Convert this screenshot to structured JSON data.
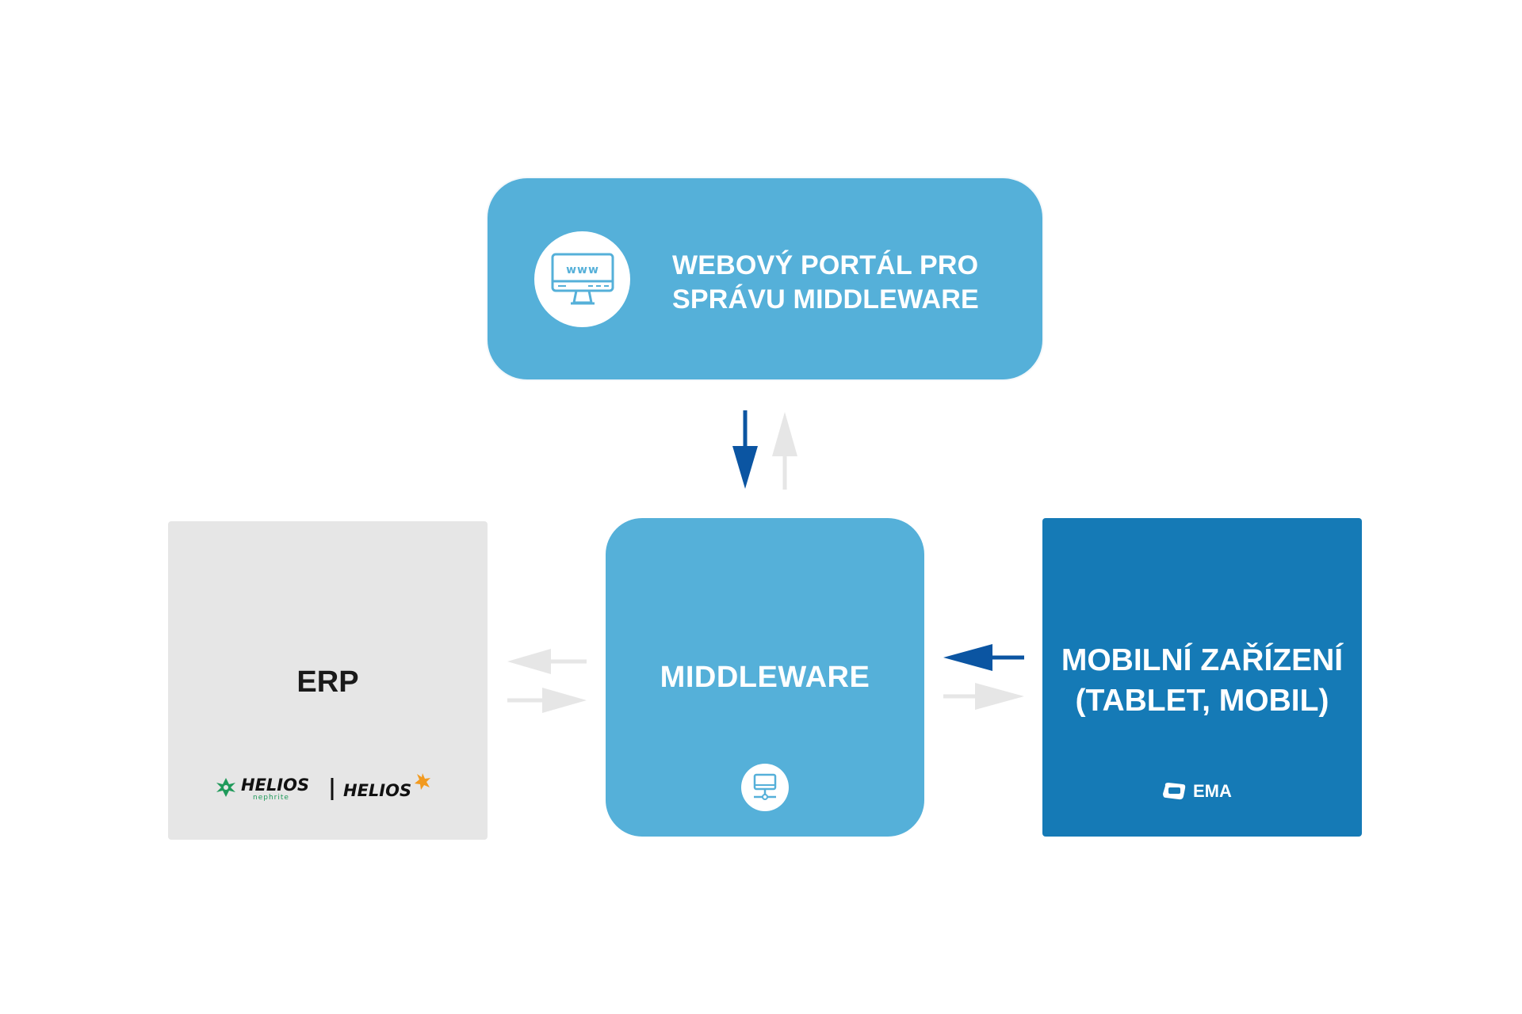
{
  "nodes": {
    "portal": {
      "title_line1": "WEBOVÝ PORTÁL PRO",
      "title_line2": "SPRÁVU MIDDLEWARE",
      "icon_text": "www",
      "icon": "monitor-www-icon"
    },
    "middleware": {
      "title": "MIDDLEWARE",
      "icon": "monitor-network-icon"
    },
    "erp": {
      "title": "ERP",
      "logo1": "HELIOS",
      "logo1_sub": "nephrite",
      "logo2": "HELIOS"
    },
    "mobile": {
      "title_line1": "MOBILNÍ ZAŘÍZENÍ",
      "title_line2": "(TABLET, MOBIL)",
      "brand": "EMA"
    }
  },
  "colors": {
    "light_blue": "#55b0d9",
    "dark_blue": "#157ab6",
    "grey_box": "#e6e6e6",
    "active_arrow": "#0b55a2",
    "inactive_arrow": "#e6e6e6",
    "helios_green": "#1f9a5a",
    "helios_orange": "#f29a1f"
  }
}
